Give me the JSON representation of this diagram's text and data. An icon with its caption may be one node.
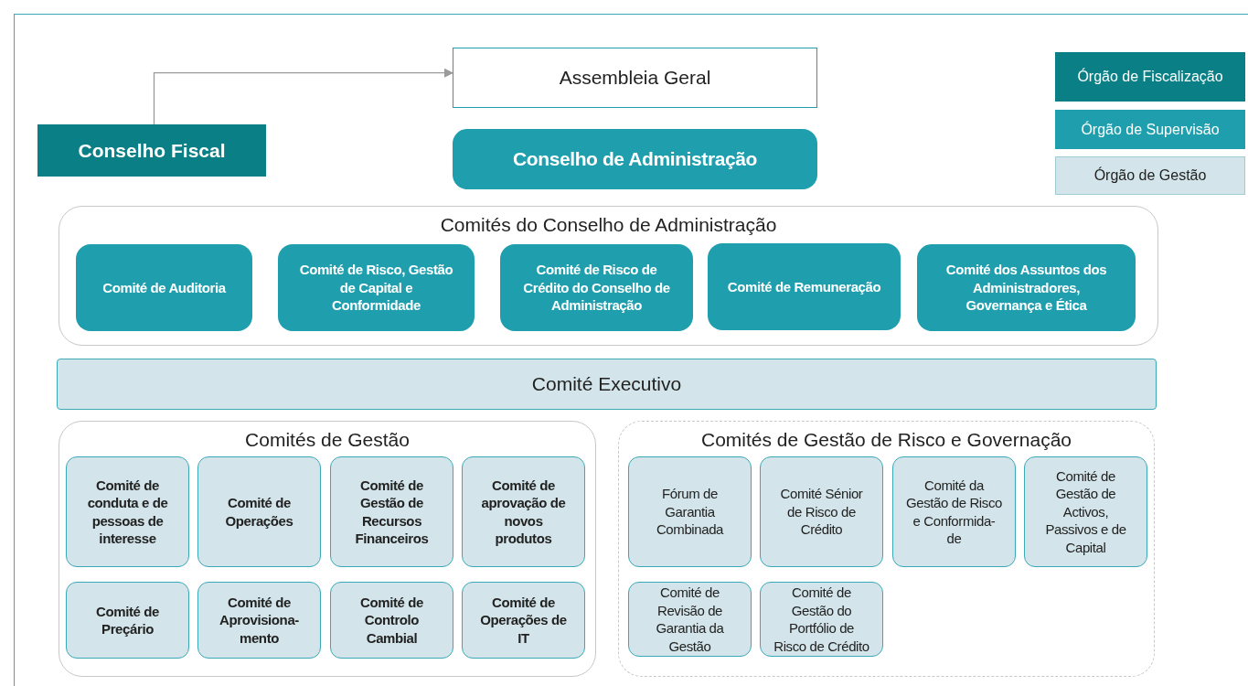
{
  "diagram": {
    "nodes": [
      {
        "text": [
          "Assembleia Geral"
        ]
      },
      {
        "text": [
          "Conselho Fiscal"
        ]
      },
      {
        "text": [
          "Conselho de Administração"
        ]
      },
      {
        "text": [
          "Comités do Conselho de Administração"
        ]
      },
      {
        "text": [
          "Comité de Auditoria"
        ],
        "in": 3
      },
      {
        "text": [
          "Comité de Risco, Gestão de Capital e Conformidade"
        ],
        "in": 3
      },
      {
        "text": [
          "Comité de Risco de Crédito do Conselho de Administração"
        ],
        "in": 3
      },
      {
        "text": [
          "Comité de Remuneração"
        ],
        "in": 3
      },
      {
        "text": [
          "Comité dos Assuntos dos Administradores, Governança e Ética"
        ],
        "in": 3
      },
      {
        "text": [
          "Comité Executivo"
        ]
      },
      {
        "text": [
          "Comités de Gestão"
        ]
      },
      {
        "text": [
          "Comité de conduta e de pessoas de interesse"
        ],
        "in": 10
      },
      {
        "text": [
          "Comité de Operações"
        ],
        "in": 10
      },
      {
        "text": [
          "Comité de Gestão de Recursos Financeiros"
        ],
        "in": 10
      },
      {
        "text": [
          "Comité de aprovação de novos produtos"
        ],
        "in": 10
      },
      {
        "text": [
          "Comité de Preçário"
        ],
        "in": 10
      },
      {
        "text": [
          "Comité de Aprovisiona-mento"
        ],
        "in": 10
      },
      {
        "text": [
          "Comité de Controlo Cambial"
        ],
        "in": 10
      },
      {
        "text": [
          "Comité de Operações de IT"
        ],
        "in": 10
      },
      {
        "text": [
          "Comités de Gestão de Risco e Governação"
        ]
      },
      {
        "text": [
          "Fórum de Garantia Combinada"
        ],
        "in": 19
      },
      {
        "text": [
          "Comité Sénior de Risco de Crédito"
        ],
        "in": 19
      },
      {
        "text": [
          "Comité da Gestão de Risco e Conformida-de"
        ],
        "in": 19
      },
      {
        "text": [
          "Comité de Gestão de Activos, Passivos e de Capital"
        ],
        "in": 19
      },
      {
        "text": [
          "Comité de Revisão de Garantia da Gestão"
        ],
        "in": 19
      },
      {
        "text": [
          "Comité de Gestão do Portfólio de Risco de Crédito"
        ],
        "in": 19
      }
    ],
    "edges": [
      {
        "from": 1,
        "to": 0,
        "arrow": "to"
      }
    ],
    "legend": [
      {
        "text": "Órgão de Fiscalização",
        "color": "#0b7f86"
      },
      {
        "text": "Órgão de Supervisão",
        "color": "#1f9fae"
      },
      {
        "text": "Órgão de Gestão",
        "color": "#d3e5ea"
      }
    ]
  }
}
